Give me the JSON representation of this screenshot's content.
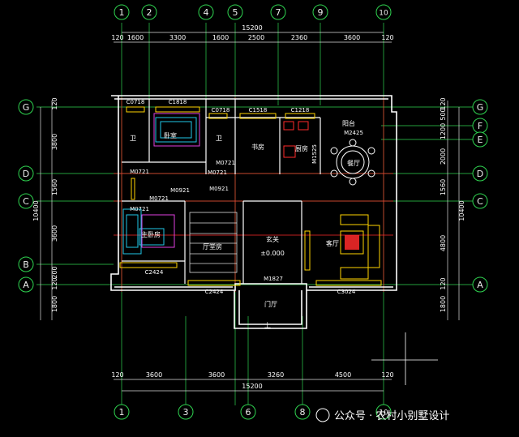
{
  "top_axes": [
    "1",
    "2",
    "4",
    "5",
    "7",
    "9",
    "10"
  ],
  "bottom_axes": [
    "1",
    "3",
    "6",
    "8",
    "10"
  ],
  "row_axes": [
    "G",
    "D",
    "C",
    "B",
    "A"
  ],
  "right_row_axes": [
    "G",
    "F",
    "E",
    "D",
    "C",
    "A"
  ],
  "total_width": "15200",
  "total_depth": "10400",
  "top_dims": [
    "120",
    "1600",
    "3300",
    "1600",
    "2500",
    "2360",
    "3600",
    "120"
  ],
  "bottom_dims": [
    "120",
    "3600",
    "3600",
    "3260",
    "4500",
    "120"
  ],
  "left_dims": [
    "120",
    "3800",
    "1560",
    "3600",
    "200",
    "120",
    "1800"
  ],
  "right_dims": [
    "120",
    "500",
    "1200",
    "2000",
    "1560",
    "4800",
    "120",
    "1800"
  ],
  "rooms": {
    "bedroom": "卧室",
    "bath1": "卫",
    "bath2": "卫",
    "study": "书房",
    "kitchen": "厨房",
    "dining": "餐厅",
    "balcony": "阳台",
    "master": "主卧房",
    "worship": "厅堂房",
    "entrance": "玄关",
    "elevation": "±0.000",
    "living": "客厅",
    "porch": "门厅",
    "up": "上"
  },
  "codes": {
    "w1": "C0718",
    "w2": "C1818",
    "w3": "C0718",
    "w4": "C1518",
    "w5": "C1218",
    "w6": "M2425",
    "d1": "M0721",
    "d2": "M0721",
    "d3": "M0721",
    "d4": "M0921",
    "d5": "M0921",
    "d6": "M1525",
    "d7": "M1827",
    "w7": "C2424",
    "w8": "C2424",
    "w9": "C3024",
    "d8": "M0721",
    "d9": "M0721"
  },
  "watermark": "公众号 · 农村小别墅设计",
  "colors": {
    "bg": "#000000",
    "axis": "#33dd55",
    "dim": "#ffffff",
    "wall": "#ffffff",
    "red": "#ff2a2a",
    "yellow": "#ffd400",
    "cyan": "#21c8e8",
    "magenta": "#e040e0"
  }
}
